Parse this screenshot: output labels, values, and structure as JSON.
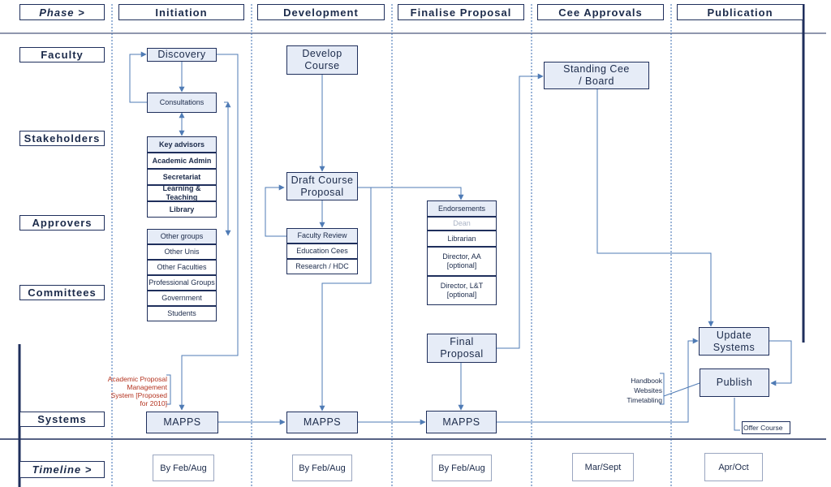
{
  "phases": {
    "label": "Phase >",
    "initiation": "Initiation",
    "development": "Development",
    "finalise": "Finalise Proposal",
    "approvals": "Cee Approvals",
    "publication": "Publication"
  },
  "lanes": {
    "faculty": "Faculty",
    "stakeholders": "Stakeholders",
    "approvers": "Approvers",
    "committees": "Committees",
    "systems": "Systems",
    "timeline": "Timeline >"
  },
  "initiation": {
    "discovery": "Discovery",
    "consultations": "Consultations",
    "key_advisors": [
      "Key advisors",
      "Academic Admin",
      "Secretariat",
      "Learning & Teaching",
      "Library"
    ],
    "other_groups": [
      "Other groups",
      "Other Unis",
      "Other Faculties",
      "Professional Groups",
      "Government",
      "Students"
    ],
    "amps_note": "Academic Proposal Management System [Proposed for 2010]",
    "mapps": "MAPPS",
    "timeline": "By Feb/Aug"
  },
  "development": {
    "develop_course": "Develop Course",
    "draft_proposal": "Draft Course Proposal",
    "reviews": [
      "Faculty Review",
      "Education Cees",
      "Research / HDC"
    ],
    "mapps": "MAPPS",
    "timeline": "By Feb/Aug"
  },
  "finalise": {
    "endorsements": [
      "Endorsements",
      "Dean",
      "Librarian",
      "Director, AA [optional]",
      "Director, L&T [optional]"
    ],
    "final_proposal": "Final Proposal",
    "mapps": "MAPPS",
    "timeline": "By Feb/Aug"
  },
  "approvals": {
    "standing_cee": "Standing Cee / Board",
    "timeline": "Mar/Sept"
  },
  "publication": {
    "update_systems": "Update Systems",
    "publish": "Publish",
    "outputs": [
      "Handbook",
      "Websites",
      "Timetabling"
    ],
    "offer_course": "Offer Course",
    "timeline": "Apr/Oct"
  },
  "colors": {
    "line": "#1f2f5c",
    "arrow": "#4f7bb5",
    "box_fill": "#e6ecf7",
    "note_red": "#b4331f"
  }
}
